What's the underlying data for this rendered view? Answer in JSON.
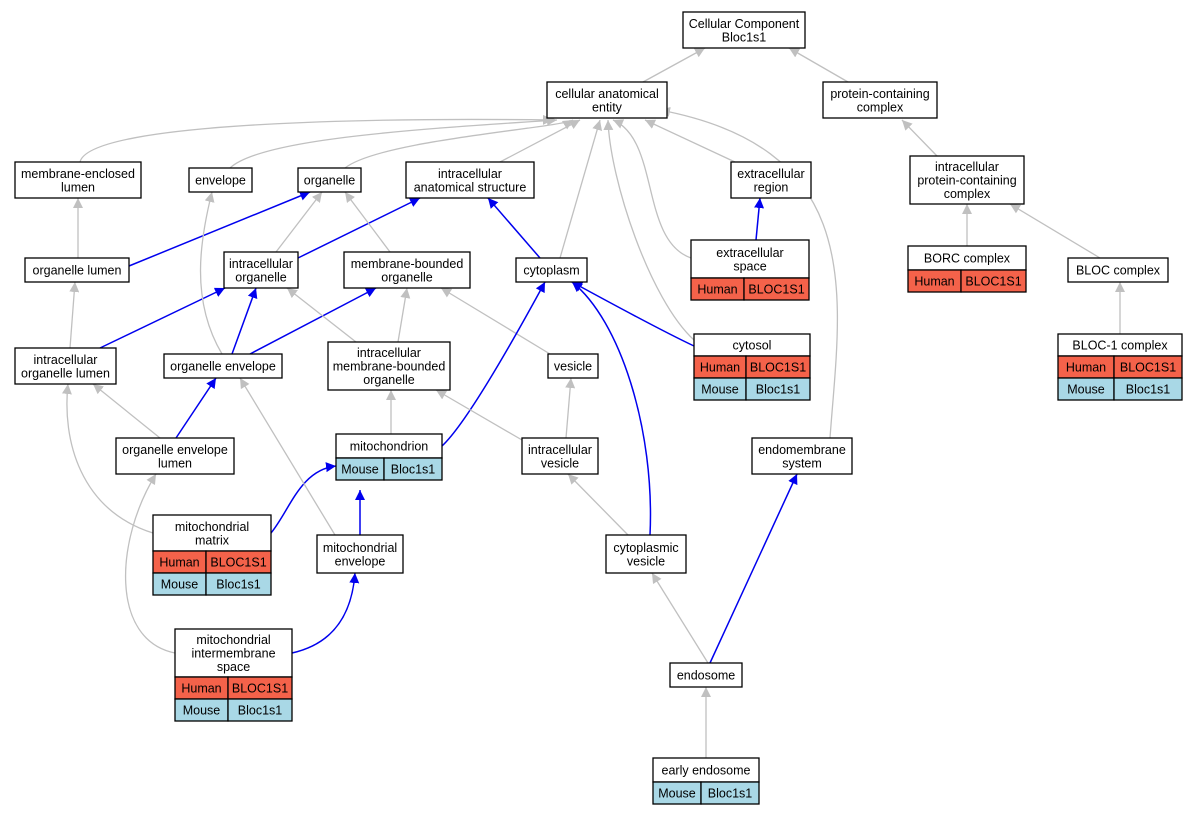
{
  "colors": {
    "human": "#f4624a",
    "mouse": "#a9d8e6",
    "part_of_edge": "#0000ee",
    "is_a_edge": "#c0c0c0"
  },
  "nodes": {
    "root": [
      "Cellular Component",
      "Bloc1s1"
    ],
    "cae": [
      "cellular anatomical",
      "entity"
    ],
    "pcc": [
      "protein-containing",
      "complex"
    ],
    "mel": [
      "membrane-enclosed",
      "lumen"
    ],
    "env": [
      "envelope"
    ],
    "org": [
      "organelle"
    ],
    "ias": [
      "intracellular",
      "anatomical structure"
    ],
    "exr": [
      "extracellular",
      "region"
    ],
    "ipcc": [
      "intracellular",
      "protein-containing",
      "complex"
    ],
    "orgl": [
      "organelle lumen"
    ],
    "iorg": [
      "intracellular",
      "organelle"
    ],
    "mbo": [
      "membrane-bounded",
      "organelle"
    ],
    "cyto": [
      "cytoplasm"
    ],
    "exs": [
      "extracellular",
      "space"
    ],
    "borc": [
      "BORC complex"
    ],
    "bloc": [
      "BLOC complex"
    ],
    "iol": [
      "intracellular",
      "organelle lumen"
    ],
    "oenv": [
      "organelle envelope"
    ],
    "imbo": [
      "intracellular",
      "membrane-bounded",
      "organelle"
    ],
    "ves": [
      "vesicle"
    ],
    "cytosol": [
      "cytosol"
    ],
    "bloc1": [
      "BLOC-1 complex"
    ],
    "oel": [
      "organelle envelope",
      "lumen"
    ],
    "mito": [
      "mitochondrion"
    ],
    "ives": [
      "intracellular",
      "vesicle"
    ],
    "ems": [
      "endomembrane",
      "system"
    ],
    "mm": [
      "mitochondrial",
      "matrix"
    ],
    "menv": [
      "mitochondrial",
      "envelope"
    ],
    "cves": [
      "cytoplasmic",
      "vesicle"
    ],
    "mis": [
      "mitochondrial",
      "intermembrane",
      "space"
    ],
    "endo": [
      "endosome"
    ],
    "eendo": [
      "early endosome"
    ]
  },
  "annotations": {
    "exs": [
      {
        "species": "Human",
        "gene": "BLOC1S1"
      }
    ],
    "borc": [
      {
        "species": "Human",
        "gene": "BLOC1S1"
      }
    ],
    "cytosol": [
      {
        "species": "Human",
        "gene": "BLOC1S1"
      },
      {
        "species": "Mouse",
        "gene": "Bloc1s1"
      }
    ],
    "bloc1": [
      {
        "species": "Human",
        "gene": "BLOC1S1"
      },
      {
        "species": "Mouse",
        "gene": "Bloc1s1"
      }
    ],
    "mito": [
      {
        "species": "Mouse",
        "gene": "Bloc1s1"
      }
    ],
    "mm": [
      {
        "species": "Human",
        "gene": "BLOC1S1"
      },
      {
        "species": "Mouse",
        "gene": "Bloc1s1"
      }
    ],
    "mis": [
      {
        "species": "Human",
        "gene": "BLOC1S1"
      },
      {
        "species": "Mouse",
        "gene": "Bloc1s1"
      }
    ],
    "eendo": [
      {
        "species": "Mouse",
        "gene": "Bloc1s1"
      }
    ]
  },
  "edges": [
    {
      "from": "cae",
      "to": "root",
      "type": "is_a"
    },
    {
      "from": "pcc",
      "to": "root",
      "type": "is_a"
    },
    {
      "from": "mel",
      "to": "cae",
      "type": "is_a"
    },
    {
      "from": "env",
      "to": "cae",
      "type": "is_a"
    },
    {
      "from": "org",
      "to": "cae",
      "type": "is_a"
    },
    {
      "from": "ias",
      "to": "cae",
      "type": "is_a"
    },
    {
      "from": "exr",
      "to": "cae",
      "type": "is_a"
    },
    {
      "from": "cyto",
      "to": "cae",
      "type": "is_a"
    },
    {
      "from": "exs",
      "to": "cae",
      "type": "is_a"
    },
    {
      "from": "cytosol",
      "to": "cae",
      "type": "is_a"
    },
    {
      "from": "ems",
      "to": "cae",
      "type": "is_a"
    },
    {
      "from": "ipcc",
      "to": "pcc",
      "type": "is_a"
    },
    {
      "from": "orgl",
      "to": "mel",
      "type": "is_a"
    },
    {
      "from": "orgl",
      "to": "org",
      "type": "part_of"
    },
    {
      "from": "iorg",
      "to": "org",
      "type": "is_a"
    },
    {
      "from": "iorg",
      "to": "ias",
      "type": "part_of"
    },
    {
      "from": "mbo",
      "to": "org",
      "type": "is_a"
    },
    {
      "from": "cyto",
      "to": "ias",
      "type": "part_of"
    },
    {
      "from": "exs",
      "to": "exr",
      "type": "part_of"
    },
    {
      "from": "borc",
      "to": "ipcc",
      "type": "is_a"
    },
    {
      "from": "bloc",
      "to": "ipcc",
      "type": "is_a"
    },
    {
      "from": "iol",
      "to": "orgl",
      "type": "is_a"
    },
    {
      "from": "iol",
      "to": "iorg",
      "type": "part_of"
    },
    {
      "from": "oenv",
      "to": "env",
      "type": "is_a"
    },
    {
      "from": "oenv",
      "to": "iorg",
      "type": "part_of"
    },
    {
      "from": "oenv",
      "to": "mbo",
      "type": "part_of"
    },
    {
      "from": "imbo",
      "to": "iorg",
      "type": "is_a"
    },
    {
      "from": "imbo",
      "to": "mbo",
      "type": "is_a"
    },
    {
      "from": "ves",
      "to": "mbo",
      "type": "is_a"
    },
    {
      "from": "cytosol",
      "to": "cyto",
      "type": "part_of"
    },
    {
      "from": "bloc1",
      "to": "bloc",
      "type": "is_a"
    },
    {
      "from": "oel",
      "to": "iol",
      "type": "is_a"
    },
    {
      "from": "oel",
      "to": "oenv",
      "type": "part_of"
    },
    {
      "from": "mito",
      "to": "imbo",
      "type": "is_a"
    },
    {
      "from": "mito",
      "to": "cyto",
      "type": "part_of"
    },
    {
      "from": "ives",
      "to": "imbo",
      "type": "is_a"
    },
    {
      "from": "ives",
      "to": "ves",
      "type": "is_a"
    },
    {
      "from": "mm",
      "to": "iol",
      "type": "is_a"
    },
    {
      "from": "mm",
      "to": "mito",
      "type": "part_of"
    },
    {
      "from": "menv",
      "to": "oenv",
      "type": "is_a"
    },
    {
      "from": "menv",
      "to": "mito",
      "type": "part_of"
    },
    {
      "from": "cves",
      "to": "ives",
      "type": "is_a"
    },
    {
      "from": "cves",
      "to": "cyto",
      "type": "part_of"
    },
    {
      "from": "mis",
      "to": "oel",
      "type": "is_a"
    },
    {
      "from": "mis",
      "to": "menv",
      "type": "part_of"
    },
    {
      "from": "endo",
      "to": "cves",
      "type": "is_a"
    },
    {
      "from": "endo",
      "to": "ems",
      "type": "part_of"
    },
    {
      "from": "eendo",
      "to": "endo",
      "type": "is_a"
    }
  ]
}
